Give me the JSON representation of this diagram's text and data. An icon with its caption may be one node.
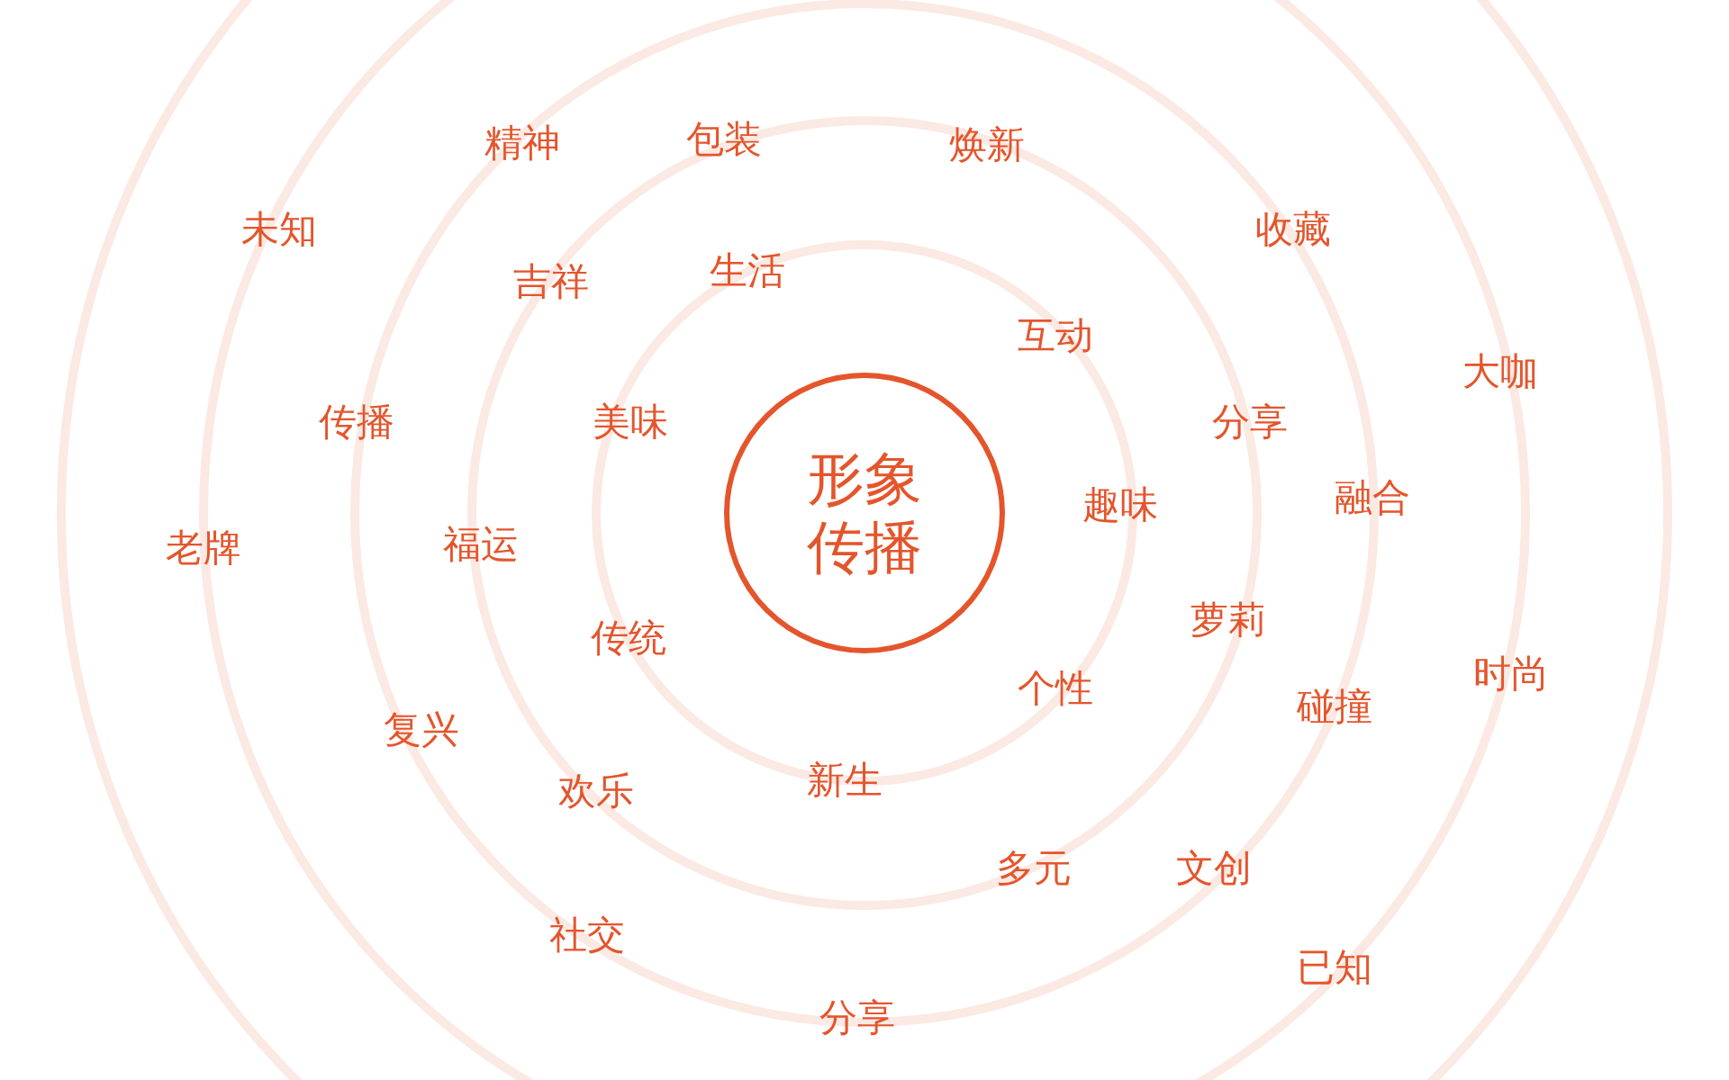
{
  "diagram": {
    "nodes": [
      {
        "text": [
          "形象传播"
        ]
      }
    ],
    "labels": [
      "精神",
      "包装",
      "焕新",
      "未知",
      "收藏",
      "吉祥",
      "生活",
      "互动",
      "大咖",
      "传播",
      "美味",
      "分享",
      "老牌",
      "福运",
      "趣味",
      "融合",
      "传统",
      "萝莉",
      "复兴",
      "个性",
      "碰撞",
      "时尚",
      "欢乐",
      "新生",
      "多元",
      "文创",
      "社交",
      "已知",
      "分享"
    ]
  }
}
